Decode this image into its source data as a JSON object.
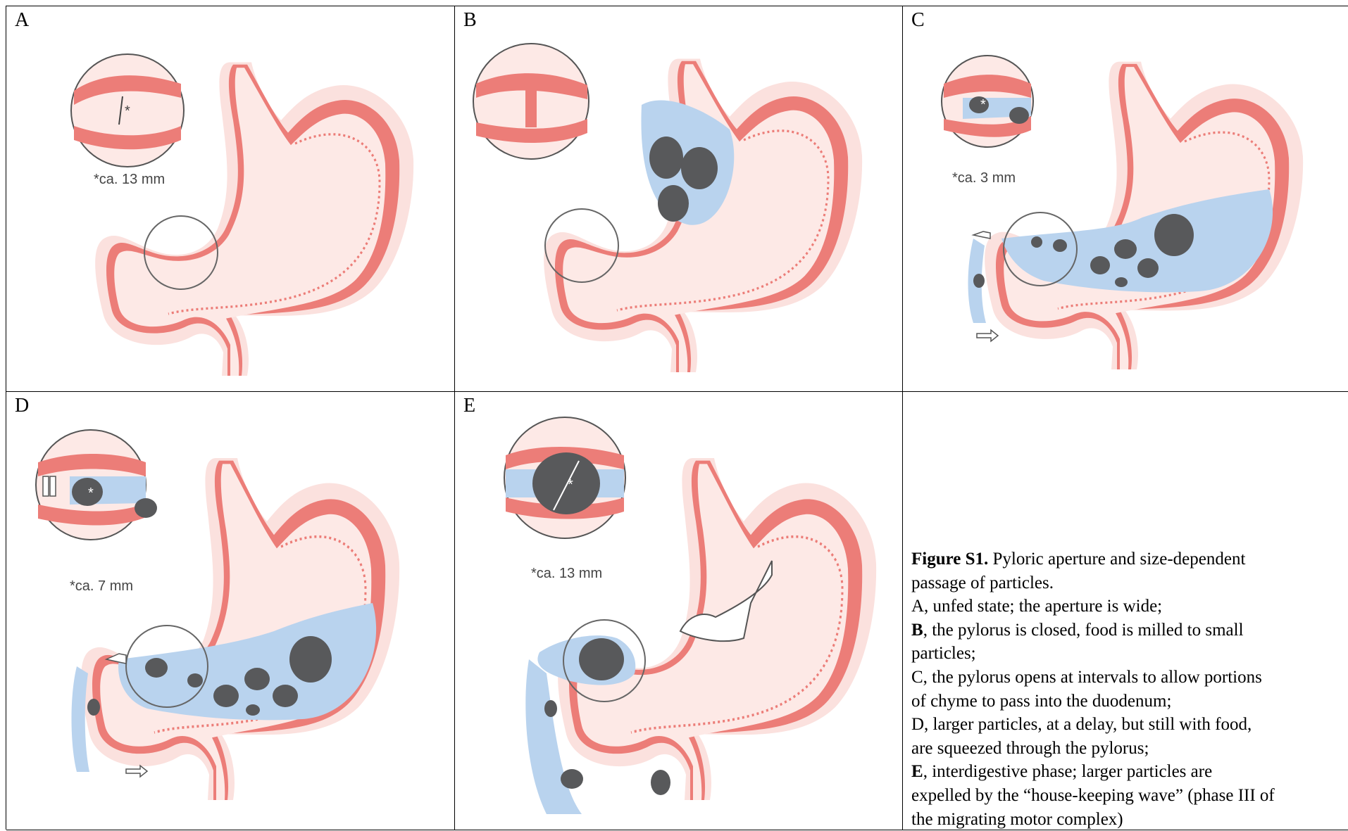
{
  "panels": [
    {
      "letter": "A",
      "note": "*ca. 13 mm",
      "star": "*"
    },
    {
      "letter": "B"
    },
    {
      "letter": "C",
      "note": "*ca. 3 mm",
      "star": "*"
    },
    {
      "letter": "D",
      "note": "*ca. 7 mm",
      "star": "*"
    },
    {
      "letter": "E",
      "note": "*ca. 13 mm",
      "star": "*"
    }
  ],
  "caption": {
    "title": "Figure S1.",
    "title_rest": " Pyloric aperture and size-dependent",
    "lines": [
      "passage of particles.",
      "A, unfed state; the aperture is wide;"
    ],
    "b_letter": "B",
    "b_rest": ", the pylorus is closed, food is milled to small",
    "b_line2": "particles;",
    "c_line1": "C, the pylorus opens at intervals to allow portions",
    "c_line2": "of chyme to pass into the duodenum;",
    "d_line1": "D, larger particles, at a delay, but still with food,",
    "d_line2": "are squeezed through the pylorus;",
    "e_letter": "E",
    "e_rest": ", interdigestive phase; larger particles are",
    "e_line2": "expelled by the “house-keeping wave” (phase III of",
    "e_line3": "the migrating motor complex)"
  },
  "colors": {
    "outer_wall": "#fbe1de",
    "muscle": "#ec7d78",
    "lumen": "#fde9e6",
    "fluid": "#b9d3ee",
    "particle": "#58595b",
    "border": "#000000"
  }
}
